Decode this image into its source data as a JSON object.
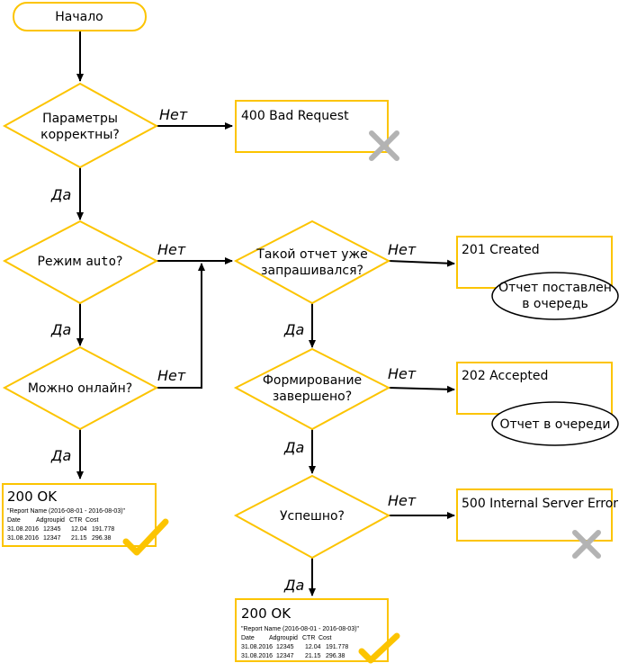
{
  "nodes": {
    "start": "Начало",
    "params_line1": "Параметры",
    "params_line2": "корректны?",
    "bad_request": "400 Bad Request",
    "mode_prefix": "Режим ",
    "mode_code": "auto",
    "mode_suffix": "?",
    "online": "Можно онлайн?",
    "requested_line1": "Такой отчет уже",
    "requested_line2": "запрашивался?",
    "created": "201 Created",
    "queued_line1": "Отчет поставлен",
    "queued_line2": "в очередь",
    "forming_line1": "Формирование",
    "forming_line2": "завершено?",
    "accepted": "202 Accepted",
    "in_queue": "Отчет в очереди",
    "success": "Успешно?",
    "server_error": "500 Internal Server Error",
    "ok": "200 OK"
  },
  "labels": {
    "no": "Нет",
    "yes": "Да"
  },
  "report": {
    "title": "\"Report Name (2016-08-01 - 2016-08-03)\"",
    "header": [
      "Date",
      "Adgroupid",
      "CTR",
      "Cost"
    ],
    "rows": [
      [
        "31.08.2016",
        "12345",
        "12.04",
        "191.778"
      ],
      [
        "31.08.2016",
        "12347",
        "21.15",
        "296.38"
      ]
    ]
  },
  "icons": {
    "failure": "cross-icon",
    "success": "checkmark-icon",
    "failure_color": "#b3b3b3",
    "success_color": "#fcc400"
  }
}
